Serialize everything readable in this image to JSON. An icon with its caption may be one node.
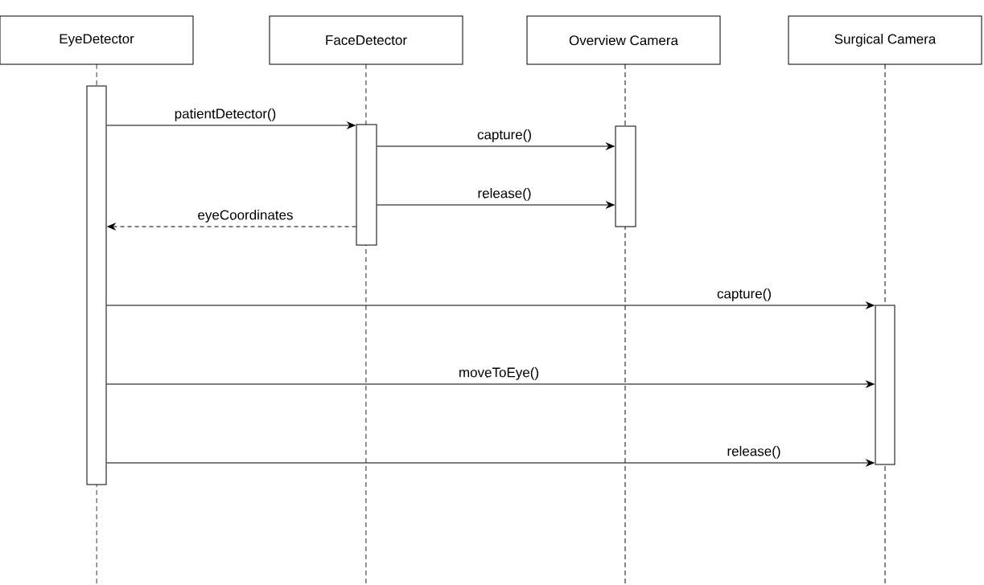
{
  "diagram": {
    "nodes": [
      {
        "text": [
          "EyeDetector"
        ]
      },
      {
        "text": [
          "FaceDetector"
        ]
      },
      {
        "text": [
          "Overview Camera"
        ]
      },
      {
        "text": [
          "Surgical Camera"
        ]
      },
      {
        "text": [],
        "shape": "bar"
      },
      {
        "text": [],
        "shape": "bar"
      },
      {
        "text": [],
        "shape": "bar"
      },
      {
        "text": [],
        "shape": "bar"
      }
    ],
    "edges": [
      {
        "from": 4,
        "to": 5,
        "arrow": "to",
        "label": "patientDetector()"
      },
      {
        "from": 5,
        "to": 6,
        "arrow": "to",
        "label": "capture()"
      },
      {
        "from": 5,
        "to": 6,
        "arrow": "to",
        "label": "release()"
      },
      {
        "from": 5,
        "to": 4,
        "arrow": "to",
        "label": "eyeCoordinates",
        "style": "dashed"
      },
      {
        "from": 4,
        "to": 7,
        "arrow": "to",
        "label": "capture()"
      },
      {
        "from": 4,
        "to": 7,
        "arrow": "to",
        "label": "moveToEye()"
      },
      {
        "from": 4,
        "to": 7,
        "arrow": "to",
        "label": "release()"
      }
    ]
  }
}
